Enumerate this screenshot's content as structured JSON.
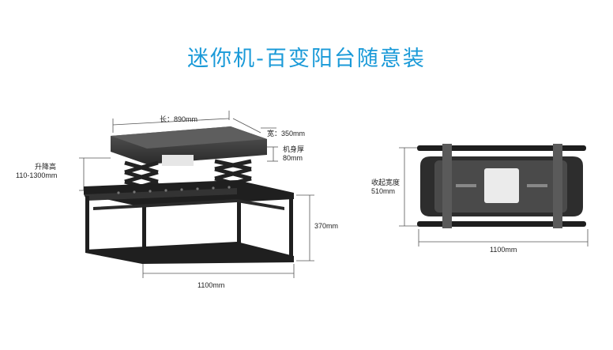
{
  "title": "迷你机-百变阳台随意装",
  "dimensions": {
    "length": "长：890mm",
    "width": "宽：350mm",
    "thickness_label": "机身厚",
    "thickness_value": "80mm",
    "lift_label": "升降高",
    "lift_value": "110-1300mm",
    "height": "370mm",
    "bottom_width_left": "1100mm",
    "retract_label": "收起宽度",
    "retract_value": "510mm",
    "bottom_width_right": "1100mm"
  },
  "colors": {
    "title": "#1a9ad8",
    "body": "#3a3a3a",
    "frame": "#1e1e1e",
    "light": "#e8e8e8"
  }
}
